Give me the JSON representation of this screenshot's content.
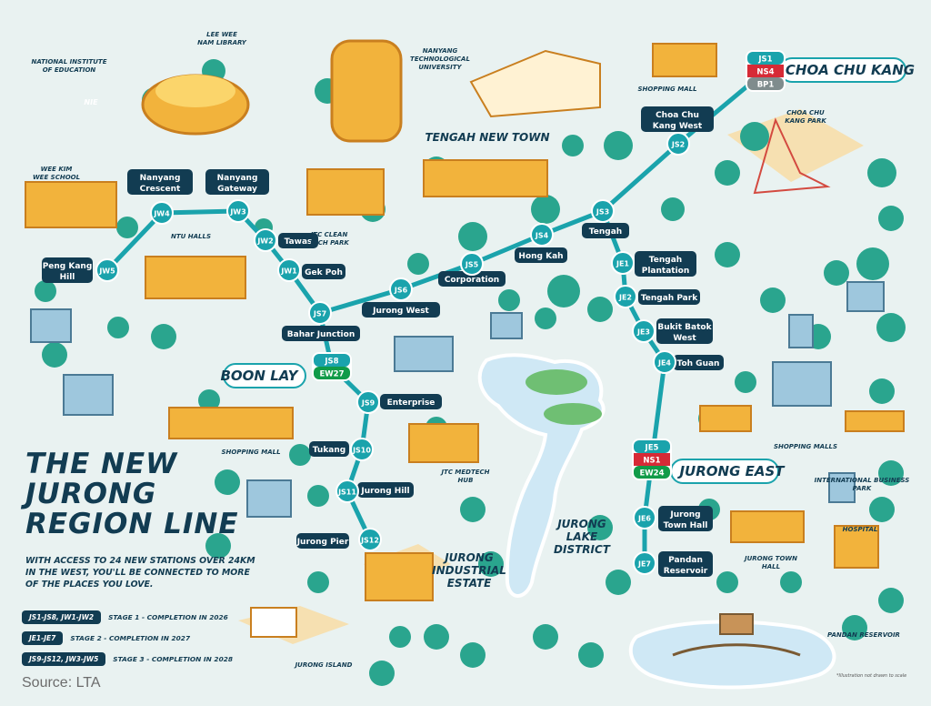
{
  "title_lines": [
    "THE NEW",
    "JURONG",
    "REGION LINE"
  ],
  "subtitle": "WITH ACCESS TO 24 NEW STATIONS OVER 24KM IN THE WEST, YOU'LL BE CONNECTED TO MORE OF THE PLACES YOU LOVE.",
  "legend": [
    {
      "codes": "JS1-JS8, JW1-JW2",
      "text": "STAGE 1 - COMPLETION IN 2026"
    },
    {
      "codes": "JE1-JE7",
      "text": "STAGE 2 - COMPLETION IN 2027"
    },
    {
      "codes": "JS9-JS12, JW3-JW5",
      "text": "STAGE 3 - COMPLETION IN 2028"
    }
  ],
  "source": "Source: LTA",
  "note": "*Illustration not drawn to scale",
  "colors": {
    "line": "#1aa3ac",
    "label_bg": "#123c52",
    "nsl": "#d62a36",
    "ewl": "#109b48",
    "bp": "#7f8c8d",
    "background": "#e9f2f1",
    "tree": "#2aa58e",
    "building": "#f2b33c",
    "water": "#cfe8f5"
  },
  "stations": [
    {
      "code": "JS1",
      "name": "Choa Chu Kang",
      "interchange": true
    },
    {
      "code": "JS2",
      "name": "Choa Chu Kang West"
    },
    {
      "code": "JS3",
      "name": "Tengah"
    },
    {
      "code": "JS4",
      "name": "Hong Kah"
    },
    {
      "code": "JS5",
      "name": "Corporation"
    },
    {
      "code": "JS6",
      "name": "Jurong West"
    },
    {
      "code": "JS7",
      "name": "Bahar Junction"
    },
    {
      "code": "JS8",
      "name": "Boon Lay",
      "interchange": true
    },
    {
      "code": "JS9",
      "name": "Enterprise"
    },
    {
      "code": "JS10",
      "name": "Tukang"
    },
    {
      "code": "JS11",
      "name": "Jurong Hill"
    },
    {
      "code": "JS12",
      "name": "Jurong Pier"
    },
    {
      "code": "JW1",
      "name": "Gek Poh"
    },
    {
      "code": "JW2",
      "name": "Tawas"
    },
    {
      "code": "JW3",
      "name": "Nanyang Gateway"
    },
    {
      "code": "JW4",
      "name": "Nanyang Crescent"
    },
    {
      "code": "JW5",
      "name": "Peng Kang Hill"
    },
    {
      "code": "JE1",
      "name": "Tengah Plantation"
    },
    {
      "code": "JE2",
      "name": "Tengah Park"
    },
    {
      "code": "JE3",
      "name": "Bukit Batok West"
    },
    {
      "code": "JE4",
      "name": "Toh Guan"
    },
    {
      "code": "JE5",
      "name": "Jurong East",
      "interchange": true
    },
    {
      "code": "JE6",
      "name": "Jurong Town Hall"
    },
    {
      "code": "JE7",
      "name": "Pandan Reservoir"
    }
  ],
  "interchange_codes": {
    "JS1": [
      "NS4",
      "BP1"
    ],
    "JS8": [
      "EW27"
    ],
    "JE5": [
      "NS1",
      "EW24"
    ]
  },
  "landmarks": [
    "NATIONAL INSTITUTE OF EDUCATION",
    "NIE",
    "LEE WEE NAM LIBRARY",
    "NANYANG TECHNOLOGICAL UNIVERSITY",
    "SHOPPING MALL",
    "CHOA CHU KANG PARK",
    "WEE KIM WEE SCHOOL",
    "NTU HALLS",
    "JTC CLEAN TECH PARK",
    "TENGAH NEW TOWN",
    "SHOPPING MALL",
    "JTC MEDTECH HUB",
    "JURONG LAKE DISTRICT",
    "JURONG INDUSTRIAL ESTATE",
    "JURONG ISLAND",
    "SHOPPING MALLS",
    "INTERNATIONAL BUSINESS PARK",
    "HOSPITAL",
    "JURONG TOWN HALL",
    "PANDAN RESERVOIR"
  ]
}
